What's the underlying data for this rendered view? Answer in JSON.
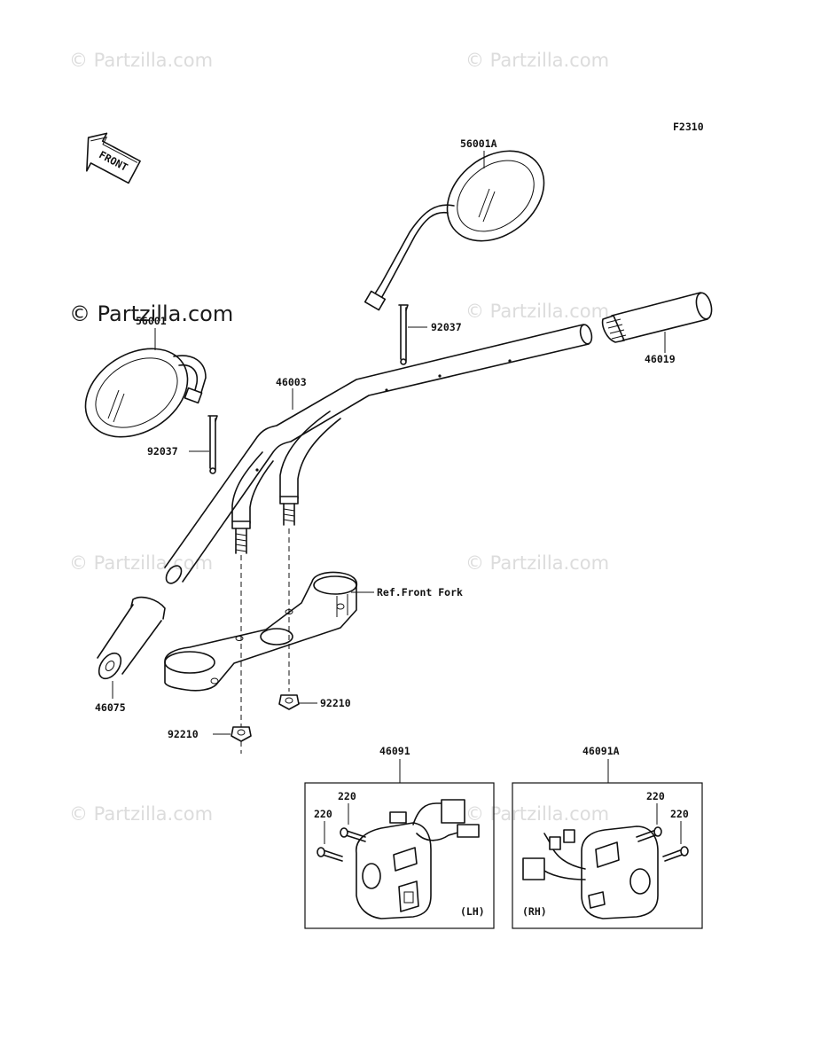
{
  "diagram_code": "F2310",
  "front_arrow_label": "FRONT",
  "watermarks": {
    "faint": "© Partzilla.com",
    "strong": "© Partzilla.com"
  },
  "parts": {
    "mirror_right": "56001A",
    "mirror_left": "56001",
    "band_upper": "92037",
    "band_lower": "92037",
    "grip_right": "46019",
    "handlebar": "46003",
    "grip_left": "46075",
    "ref_front_fork": "Ref.Front Fork",
    "nut_right": "92210",
    "nut_left": "92210",
    "switch_lh": "46091",
    "switch_rh": "46091A",
    "screw_lh_a": "220",
    "screw_lh_b": "220",
    "screw_rh_a": "220",
    "screw_rh_b": "220",
    "lh_tag": "(LH)",
    "rh_tag": "(RH)"
  }
}
